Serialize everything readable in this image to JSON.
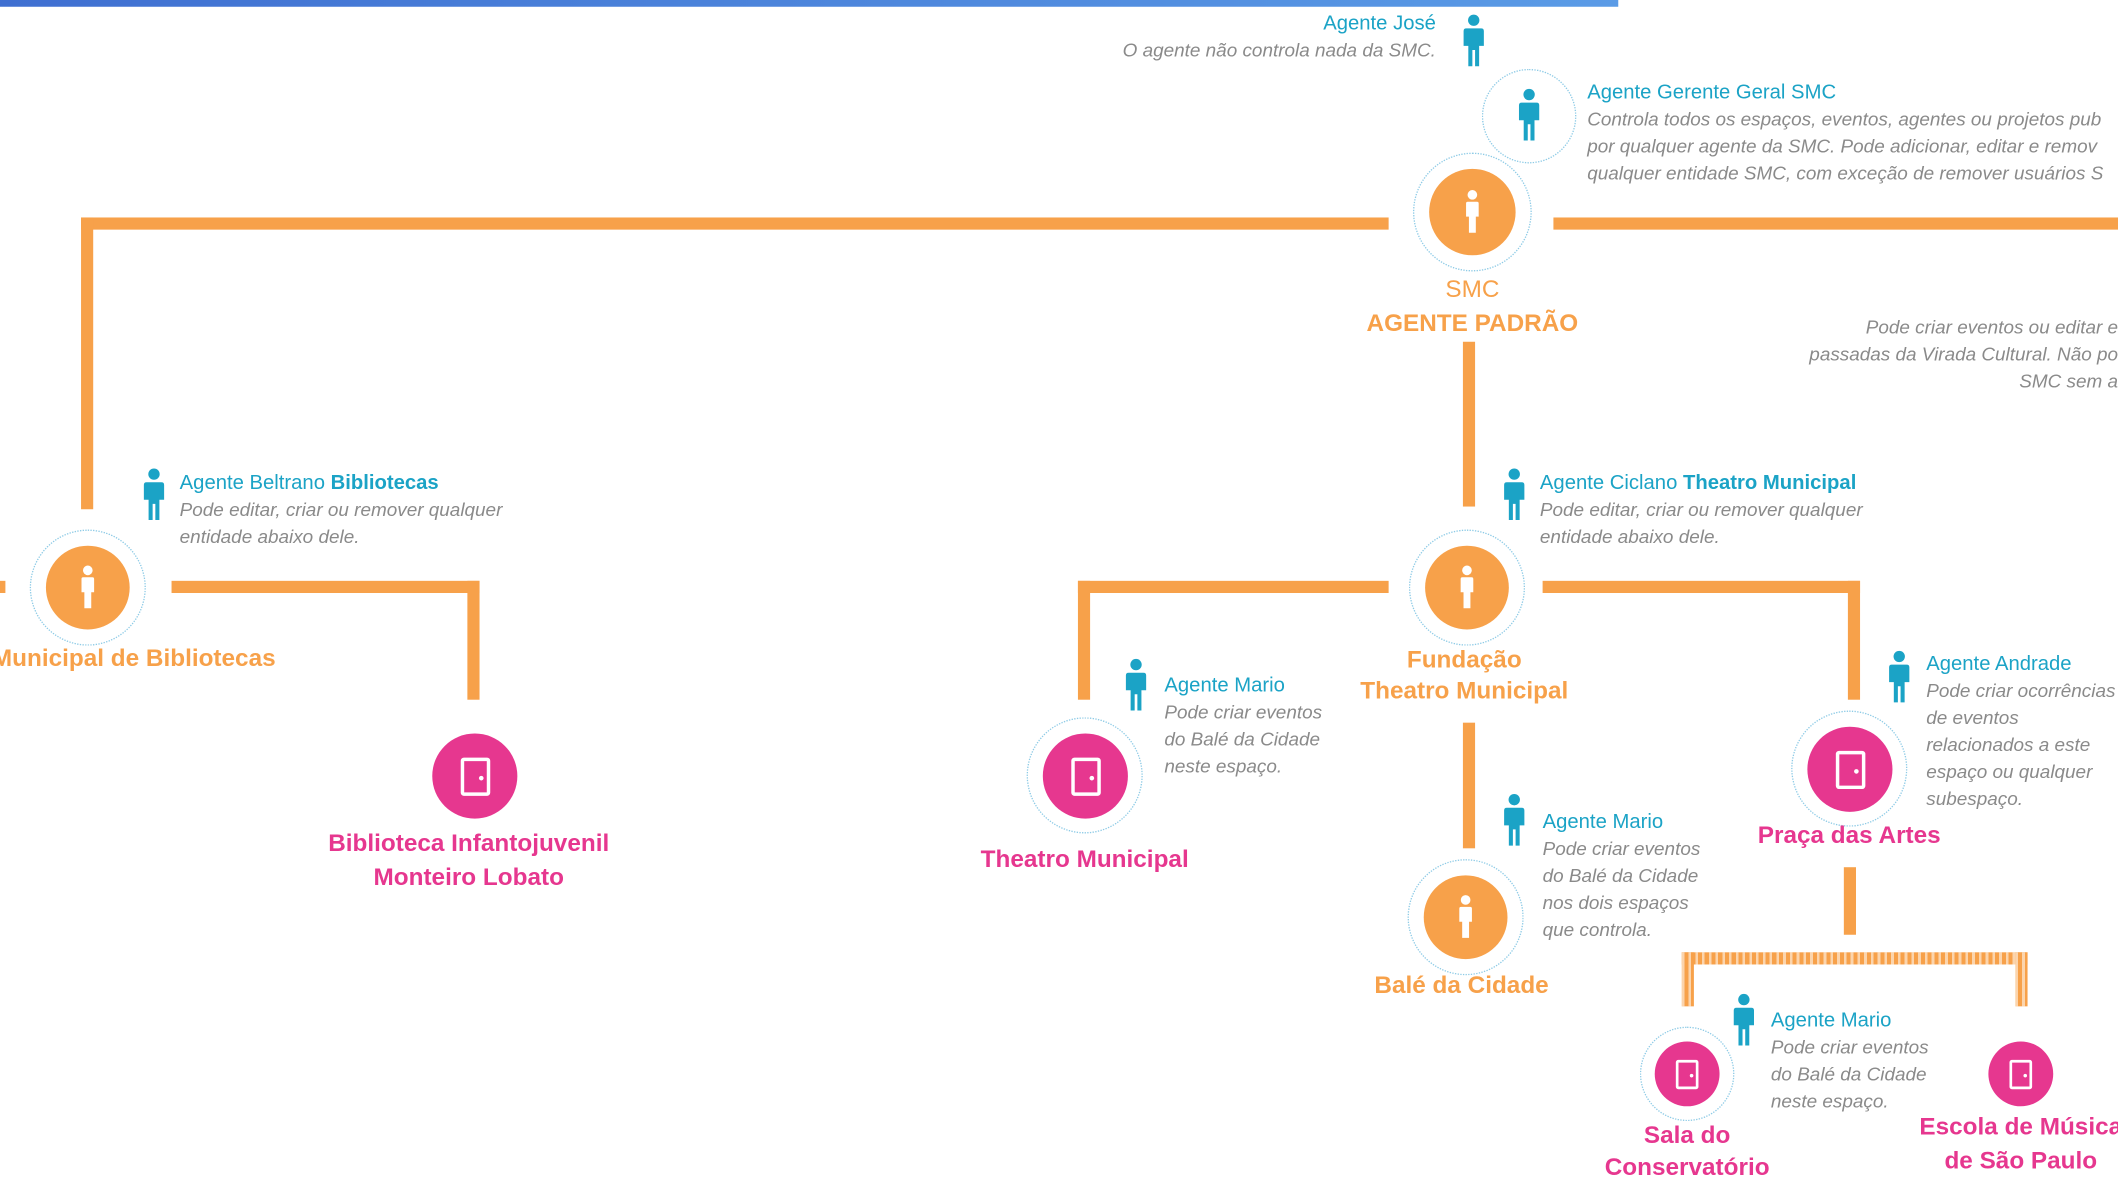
{
  "colors": {
    "orange": "#f7a14a",
    "magenta": "#e6378f",
    "blue": "#1ba3c6",
    "gray_text": "#8a8a8a",
    "topbar": "#3f6fd1"
  },
  "icons": {
    "agent": "person-icon",
    "space": "door-icon"
  },
  "agents": {
    "jose": {
      "name": "Agente José",
      "desc": [
        "O agente não controla nada da SMC."
      ]
    },
    "gerente": {
      "name": "Agente Gerente Geral SMC",
      "desc": [
        "Controla todos os espaços, eventos, agentes ou projetos pub",
        "por qualquer agente da SMC. Pode adicionar, editar e remov",
        "qualquer entidade SMC, com exceção de remover usuários S"
      ]
    },
    "beltrano": {
      "name": "Agente Beltrano",
      "org": "Bibliotecas",
      "desc": [
        "Pode editar, criar ou remover qualquer",
        "entidade abaixo dele."
      ]
    },
    "ciclano": {
      "name": "Agente Ciclano",
      "org": "Theatro Municipal",
      "desc": [
        "Pode editar, criar ou remover qualquer",
        "entidade abaixo dele."
      ]
    },
    "mario_theatro": {
      "name": "Agente Mario",
      "desc": [
        "Pode criar eventos",
        "do Balé da Cidade",
        "neste espaço."
      ]
    },
    "mario_bale": {
      "name": "Agente Mario",
      "desc": [
        "Pode criar eventos",
        "do Balé da Cidade",
        "nos dois espaços",
        "que controla."
      ]
    },
    "andrade": {
      "name": "Agente Andrade",
      "desc": [
        "Pode criar ocorrências",
        "de eventos",
        "relacionados a este",
        "espaço ou qualquer",
        "subespaço."
      ]
    },
    "mario_sala": {
      "name": "Agente Mario",
      "desc": [
        "Pode criar eventos",
        "do Balé da Cidade",
        "neste espaço."
      ]
    }
  },
  "note_right": [
    "Pode criar eventos ou editar e",
    "passadas da Virada Cultural. Não po",
    "SMC sem a"
  ],
  "nodes": {
    "smc": {
      "line1": "SMC",
      "line2": "AGENTE PADRÃO"
    },
    "bibliotecas": {
      "line1": "Municipal de Bibliotecas"
    },
    "fundacao": {
      "line1": "Fundação",
      "line2": "Theatro Municipal"
    },
    "bale": {
      "line1": "Balé da Cidade"
    },
    "biblioteca_infanto": {
      "line1": "Biblioteca Infantojuvenil",
      "line2": "Monteiro Lobato"
    },
    "theatro": {
      "line1": "Theatro Municipal"
    },
    "praca": {
      "line1": "Praça das Artes"
    },
    "sala": {
      "line1": "Sala do",
      "line2": "Conservatório"
    },
    "escola": {
      "line1": "Escola de Música",
      "line2": "de São Paulo"
    }
  }
}
